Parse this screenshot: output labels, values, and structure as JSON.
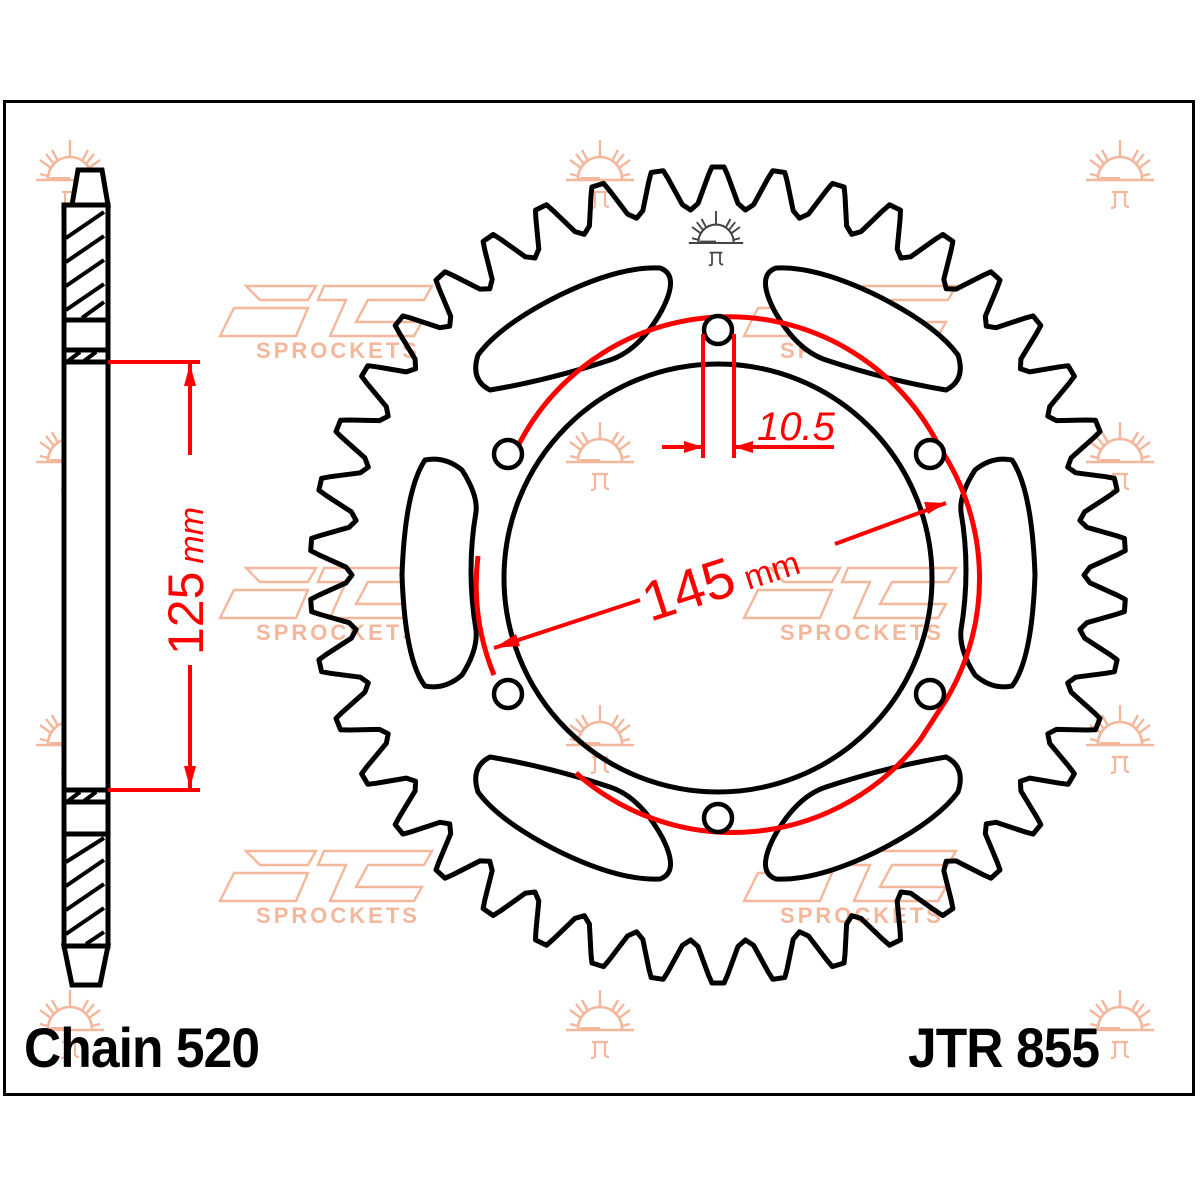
{
  "diagram": {
    "title": "JTR 855 rear sprocket technical drawing",
    "chain_label": "Chain 520",
    "part_number": "JTR 855",
    "dimensions": {
      "bolt_circle": {
        "value": "145",
        "unit": "mm"
      },
      "bolt_hole": {
        "value": "10.5"
      },
      "center_bore": {
        "value": "125",
        "unit": "mm"
      }
    },
    "watermark": {
      "brand": "SPROCKETS",
      "logo_icon": "jt-sun-logo-icon"
    },
    "colors": {
      "outline": "#000000",
      "dimension": "#ff0000",
      "watermark": "#f4b79c",
      "logo_center": "#555555"
    },
    "geometry": {
      "teeth": 42,
      "bolt_holes": 6,
      "lightening_slots": 6
    }
  }
}
